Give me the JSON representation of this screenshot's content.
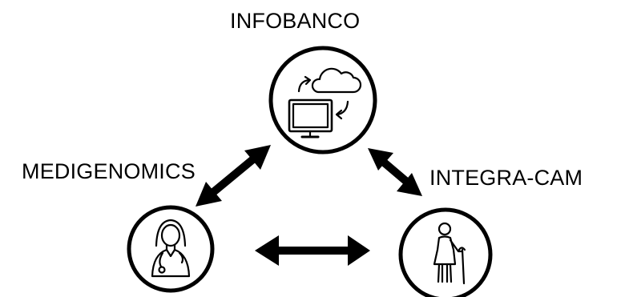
{
  "nodes": {
    "top": {
      "label": "INFOBANCO",
      "icon": "cloud-computer-sync-icon"
    },
    "left": {
      "label": "MEDIGENOMICS",
      "icon": "doctor-stethoscope-icon"
    },
    "right": {
      "label": "INTEGRA-CAM",
      "icon": "elderly-person-cane-icon"
    }
  },
  "connections": [
    {
      "from": "top",
      "to": "left",
      "type": "bidirectional"
    },
    {
      "from": "top",
      "to": "right",
      "type": "bidirectional"
    },
    {
      "from": "left",
      "to": "right",
      "type": "bidirectional"
    }
  ],
  "colors": {
    "stroke": "#000000",
    "background": "#ffffff"
  }
}
